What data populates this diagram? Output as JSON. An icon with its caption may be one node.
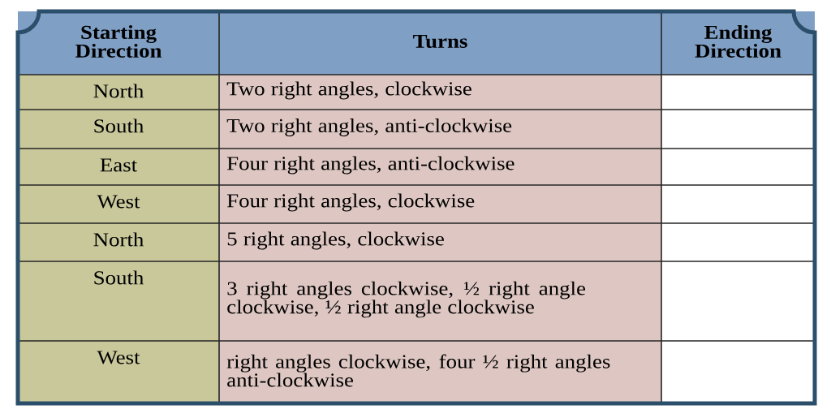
{
  "diagram": {
    "labels": [
      "Starting Direction",
      "Turns",
      "Ending Direction",
      "North",
      "Two right angles, clockwise",
      "South",
      "Two right angles, anti-clockwise",
      "East",
      "Four right angles, anti-clockwise",
      "West",
      "Four right angles, clockwise",
      "North",
      "5 right angles, clockwise",
      "South",
      "3 right angles clockwise, ½ right angle clockwise, ½ right angle clockwise",
      "West",
      "right angles clockwise, four ½ right angles anti-clockwise"
    ]
  }
}
